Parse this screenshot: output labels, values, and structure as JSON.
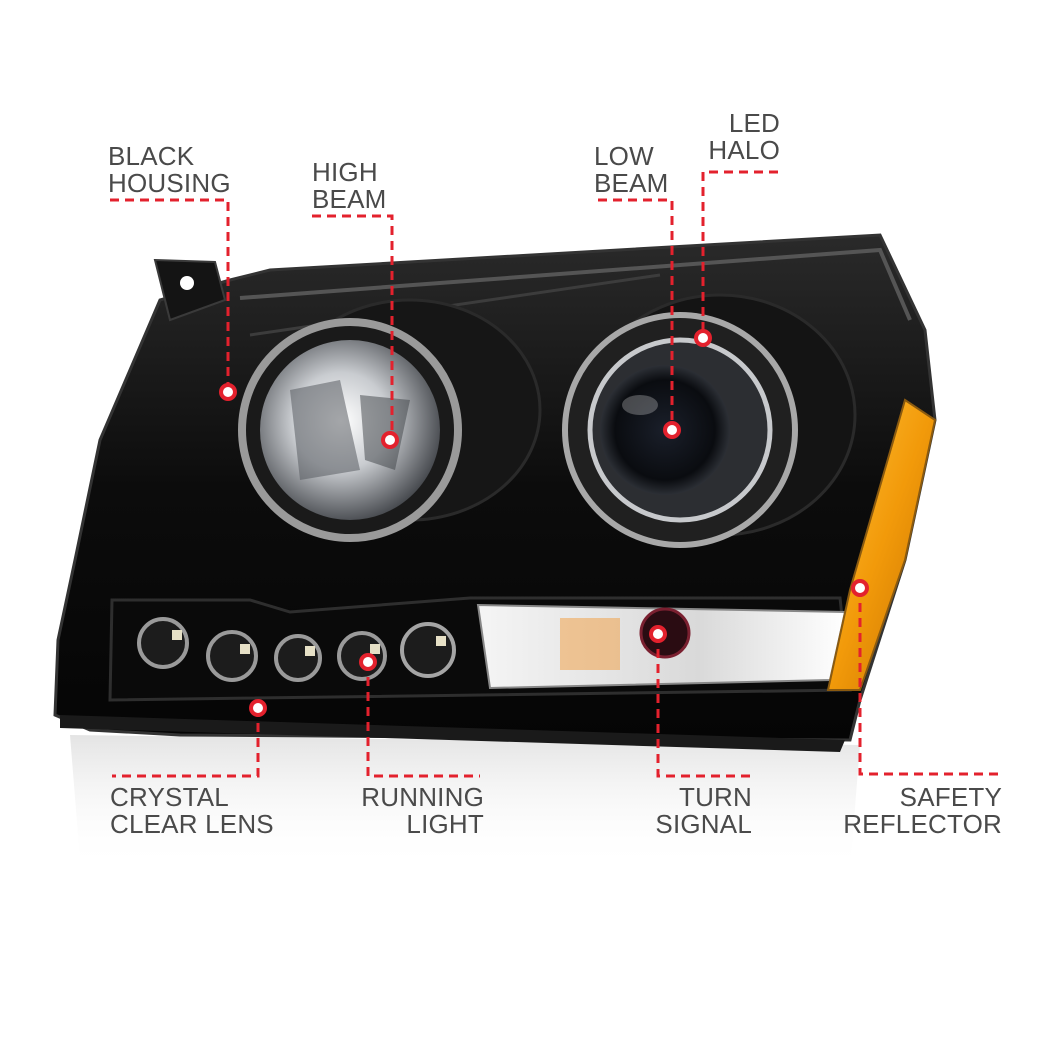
{
  "colors": {
    "callout_line": "#e3212d",
    "label_text": "#4a4a4a",
    "housing": "#0b0b0b",
    "amber": "#f29a0a",
    "background": "#ffffff"
  },
  "callouts": [
    {
      "id": "black-housing",
      "lines": [
        "BLACK",
        "HOUSING"
      ]
    },
    {
      "id": "high-beam",
      "lines": [
        "HIGH",
        "BEAM"
      ]
    },
    {
      "id": "low-beam",
      "lines": [
        "LOW",
        "BEAM"
      ]
    },
    {
      "id": "led-halo",
      "lines": [
        "LED",
        "HALO"
      ]
    },
    {
      "id": "crystal-clear-lens",
      "lines": [
        "CRYSTAL",
        "CLEAR LENS"
      ]
    },
    {
      "id": "running-light",
      "lines": [
        "RUNNING",
        "LIGHT"
      ]
    },
    {
      "id": "turn-signal",
      "lines": [
        "TURN",
        "SIGNAL"
      ]
    },
    {
      "id": "safety-reflector",
      "lines": [
        "SAFETY",
        "REFLECTOR"
      ]
    }
  ]
}
